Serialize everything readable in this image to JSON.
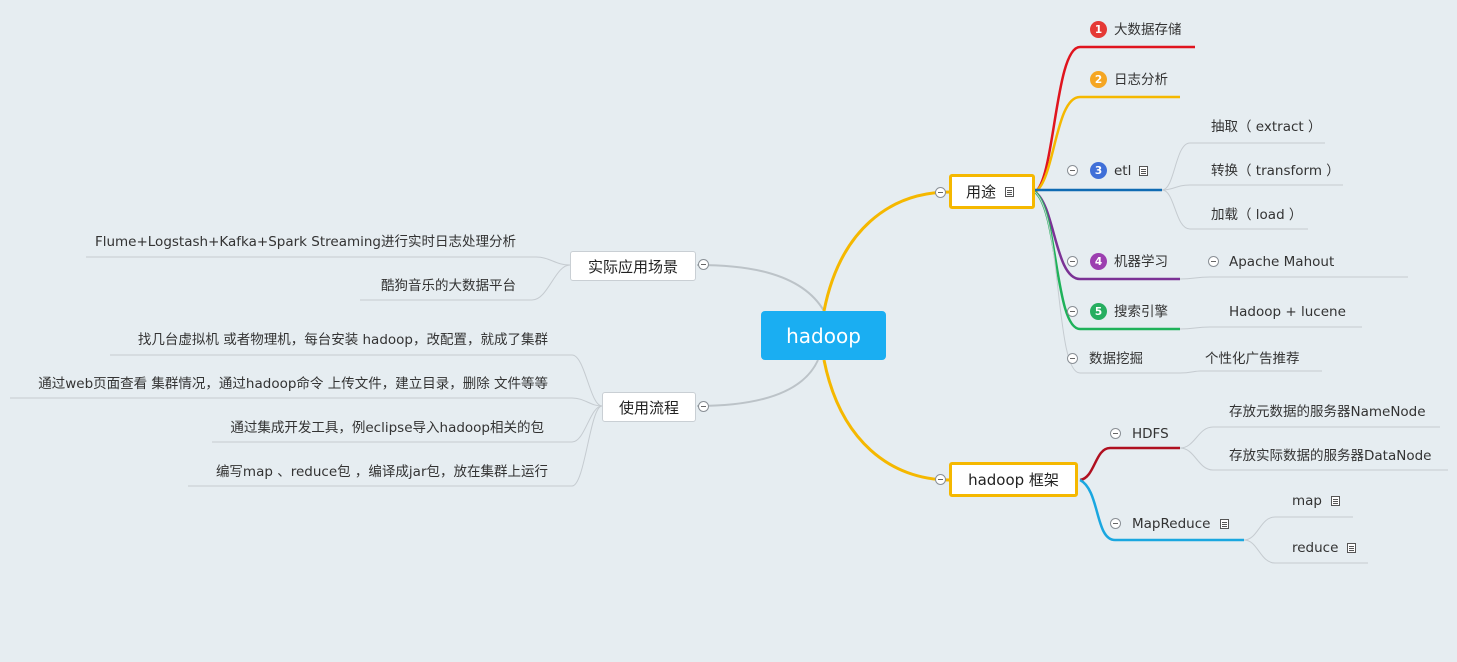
{
  "root": "hadoop",
  "branches": {
    "scenarios": {
      "label": "实际应用场景",
      "items": [
        "Flume+Logstash+Kafka+Spark Streaming进行实时日志处理分析",
        "酷狗音乐的大数据平台"
      ]
    },
    "process": {
      "label": "使用流程",
      "items": [
        "找几台虚拟机 或者物理机，每台安装 hadoop，改配置，就成了集群",
        "通过web页面查看 集群情况，通过hadoop命令 上传文件，建立目录，删除 文件等等",
        "通过集成开发工具，例eclipse导入hadoop相关的包",
        "编写map 、reduce包 ，编译成jar包，放在集群上运行"
      ]
    },
    "uses": {
      "label": "用途",
      "items": [
        {
          "num": "1",
          "label": "大数据存储",
          "color": "#e53935"
        },
        {
          "num": "2",
          "label": "日志分析",
          "color": "#f5a623"
        },
        {
          "num": "3",
          "label": "etl",
          "color": "#3f6fd8",
          "children": [
            "抽取（ extract ）",
            "转换（ transform ）",
            "加载（ load ）"
          ]
        },
        {
          "num": "4",
          "label": "机器学习",
          "color": "#9c3fb0",
          "children": [
            "Apache Mahout"
          ]
        },
        {
          "num": "5",
          "label": "搜索引擎",
          "color": "#27ae60",
          "children": [
            "Hadoop + lucene"
          ]
        },
        {
          "num": "",
          "label": "数据挖掘",
          "color": "",
          "children": [
            "个性化广告推荐"
          ]
        }
      ]
    },
    "framework": {
      "label": "hadoop 框架",
      "items": [
        {
          "label": "HDFS",
          "children": [
            "存放元数据的服务器NameNode",
            "存放实际数据的服务器DataNode"
          ]
        },
        {
          "label": "MapReduce",
          "children": [
            "map",
            "reduce"
          ]
        }
      ]
    }
  },
  "colors": {
    "background": "#e6edf1",
    "root": "#1aaef2",
    "main_branch": "#f5b800",
    "left_branch": "#bcc3c8",
    "storage": "#e0141e",
    "log": "#f5b800",
    "etl": "#0f6bb3",
    "ml": "#7b3295",
    "search": "#1fb25a",
    "hdfs": "#b01020",
    "mapreduce": "#1aa7e0"
  }
}
